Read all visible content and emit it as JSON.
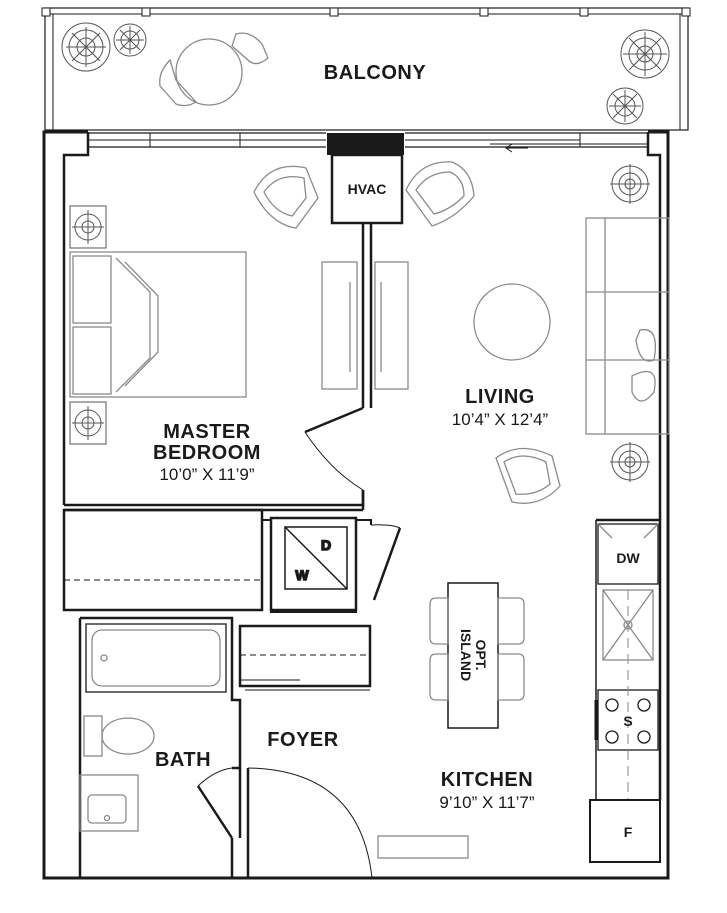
{
  "rooms": {
    "balcony": {
      "name": "BALCONY"
    },
    "living": {
      "name": "LIVING",
      "dims": "10’4” X 12’4”"
    },
    "master_bedroom": {
      "name_line1": "MASTER",
      "name_line2": "BEDROOM",
      "dims": "10’0” X 11’9”"
    },
    "kitchen": {
      "name": "KITCHEN",
      "dims": "9’10” X 11’7”"
    },
    "bath": {
      "name": "BATH"
    },
    "foyer": {
      "name": "FOYER"
    }
  },
  "fixtures": {
    "hvac": "HVAC",
    "dishwasher": "DW",
    "stove": "S",
    "fridge": "F",
    "washer": "W",
    "dryer": "D",
    "island_line1": "OPT.",
    "island_line2": "ISLAND"
  },
  "colors": {
    "wall": "#1a1a1a",
    "furniture": "#8a8a8a",
    "background": "#ffffff"
  }
}
